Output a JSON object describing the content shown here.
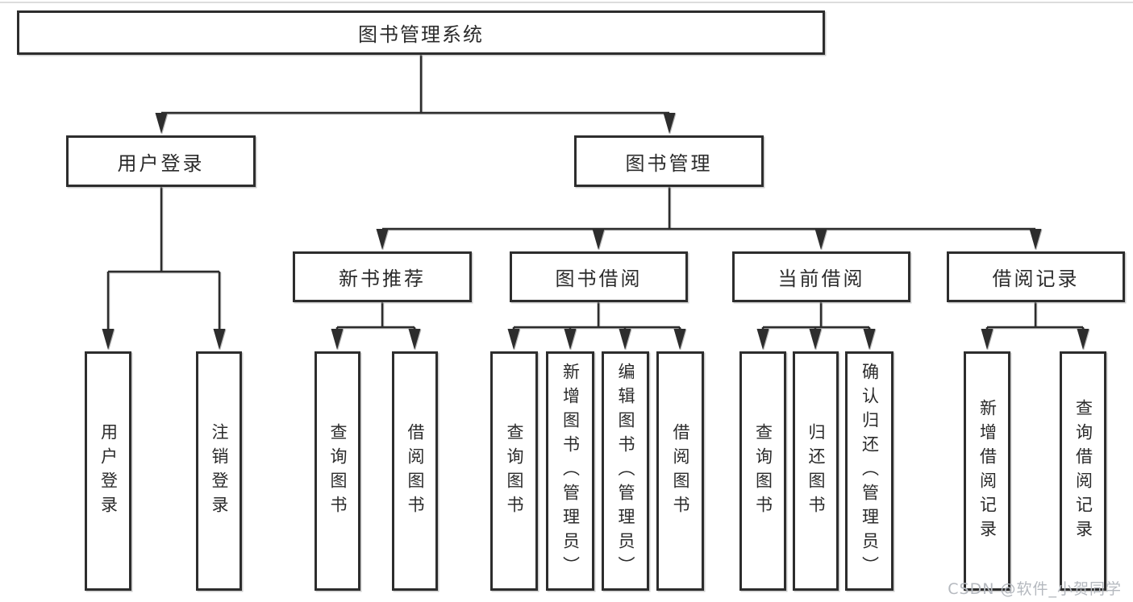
{
  "colors": {
    "background": "#ffffff",
    "line": "#2d2d2d",
    "box_border": "#2d2d2d",
    "text": "#2b2b2b",
    "watermark": "#b5b9bf"
  },
  "tree": {
    "root": {
      "label": "图书管理系统"
    },
    "branches": [
      {
        "label": "用户登录",
        "children": [
          {
            "label": "用户登录"
          },
          {
            "label": "注销登录"
          }
        ]
      },
      {
        "label": "图书管理",
        "groups": [
          {
            "label": "新书推荐",
            "children": [
              {
                "label": "查询图书"
              },
              {
                "label": "借阅图书"
              }
            ]
          },
          {
            "label": "图书借阅",
            "children": [
              {
                "label": "查询图书"
              },
              {
                "label": "新增图书（管理员）"
              },
              {
                "label": "编辑图书（管理员）"
              },
              {
                "label": "借阅图书"
              }
            ]
          },
          {
            "label": "当前借阅",
            "children": [
              {
                "label": "查询图书"
              },
              {
                "label": "归还图书"
              },
              {
                "label": "确认归还（管理员）"
              }
            ]
          },
          {
            "label": "借阅记录",
            "children": [
              {
                "label": "新增借阅记录"
              },
              {
                "label": "查询借阅记录"
              }
            ]
          }
        ]
      }
    ]
  },
  "watermark": {
    "text": "CSDN @软件_小贺同学"
  }
}
